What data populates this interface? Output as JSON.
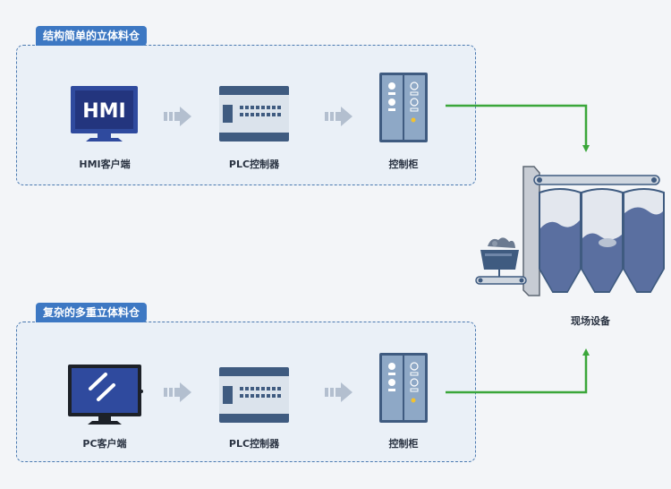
{
  "top_group": {
    "title": "结构简单的立体料仓",
    "hmi_screen_text": "HMI",
    "hmi_label": "HMI客户端",
    "plc_label": "PLC控制器",
    "cabinet_label": "控制柜"
  },
  "bottom_group": {
    "title": "复杂的多重立体料仓",
    "pc_label": "PC客户端",
    "plc_label": "PLC控制器",
    "cabinet_label": "控制柜"
  },
  "field": {
    "label": "现场设备"
  },
  "colors": {
    "panel_border": "#4a79b0",
    "tag_bg": "#3d78c3",
    "device_dark": "#3f5b80",
    "cabinet": "#8ea8c6",
    "arrow_gray": "#b3bfcf",
    "connector_green": "#3aa63a",
    "silo_fill": "#5a6fa0",
    "silo_shell": "#3f5b80"
  }
}
